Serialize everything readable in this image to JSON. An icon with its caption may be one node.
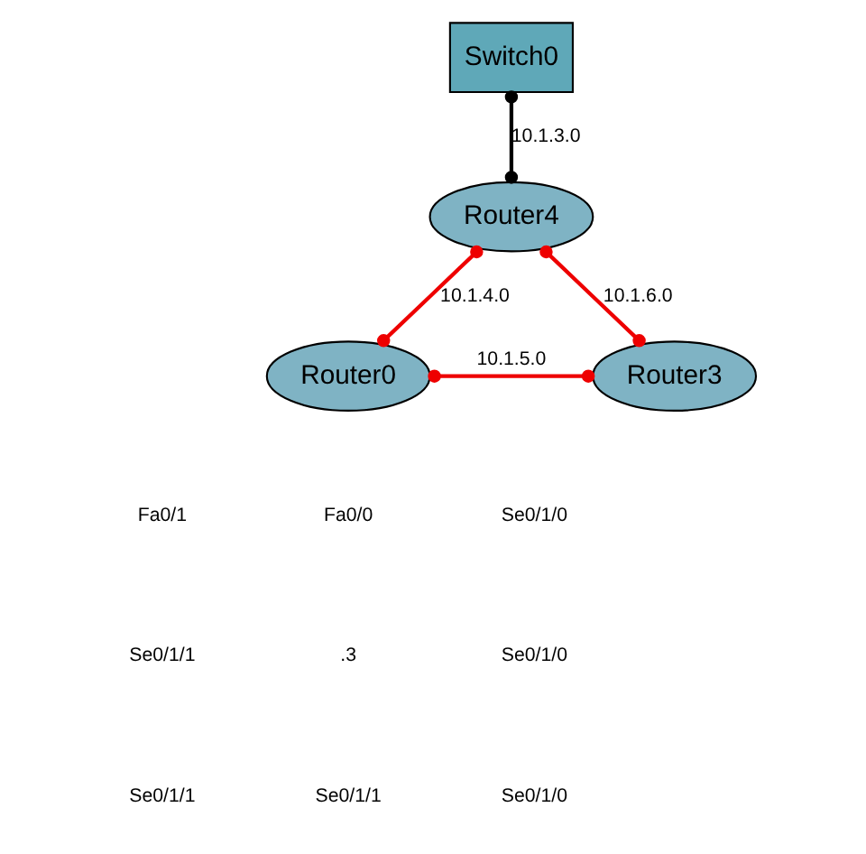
{
  "diagram": {
    "nodes": [
      {
        "text": [
          "Switch0"
        ]
      },
      {
        "text": [
          "Router4"
        ]
      },
      {
        "text": [
          "Router0"
        ]
      },
      {
        "text": [
          "Router3"
        ]
      }
    ],
    "edges": [
      {
        "from": 0,
        "to": 1,
        "arrow": "other",
        "label": "10.1.3.0",
        "color": "#000000"
      },
      {
        "from": 1,
        "to": 2,
        "arrow": "other",
        "label": "10.1.4.0"
      },
      {
        "from": 2,
        "to": 3,
        "arrow": "other",
        "label": "10.1.5.0"
      },
      {
        "from": 1,
        "to": 3,
        "arrow": "other",
        "label": "10.1.6.0"
      }
    ],
    "labels": [
      "Fa0/1",
      "Fa0/0",
      "Se0/1/0",
      "Se0/1/1",
      ".3",
      "Se0/1/0",
      "Se0/1/1",
      "Se0/1/1",
      "Se0/1/0"
    ]
  }
}
